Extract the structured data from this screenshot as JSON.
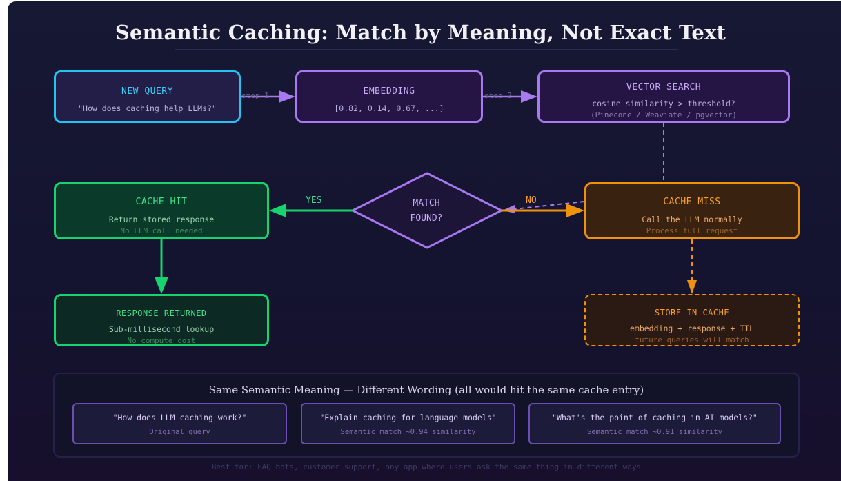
{
  "title": "Semantic Caching: Match by Meaning, Not Exact Text",
  "colors": {
    "background": "#151530",
    "query": "#22c3f0",
    "embedding": "#a879f0",
    "hit": "#16d36d",
    "miss": "#f0920b"
  },
  "nodes": {
    "new_query": {
      "heading": "NEW QUERY",
      "text": "\"How does caching help LLMs?\""
    },
    "embedding": {
      "heading": "EMBEDDING",
      "text": "[0.82, 0.14, 0.67, ...]"
    },
    "vector_search": {
      "heading": "VECTOR SEARCH",
      "text": "cosine similarity > threshold?",
      "subtext": "(Pinecone / Weaviate / pgvector)"
    },
    "decision": {
      "line1": "MATCH",
      "line2": "FOUND?"
    },
    "cache_hit": {
      "heading": "CACHE HIT",
      "text": "Return stored response",
      "subtext": "No LLM call needed"
    },
    "cache_miss": {
      "heading": "CACHE MISS",
      "text": "Call the LLM normally",
      "subtext": "Process full request"
    },
    "response_returned": {
      "heading": "RESPONSE RETURNED",
      "text": "Sub-millisecond lookup",
      "subtext": "No compute cost"
    },
    "store_in_cache": {
      "heading": "STORE IN CACHE",
      "text": "embedding + response + TTL",
      "subtext": "future queries will match"
    }
  },
  "edges": {
    "step1": "step 1",
    "step2": "step 2",
    "yes": "YES",
    "no": "NO"
  },
  "examples": {
    "title": "Same Semantic Meaning — Different Wording (all would hit the same cache entry)",
    "items": [
      {
        "query": "\"How does LLM caching work?\"",
        "meta": "Original query"
      },
      {
        "query": "\"Explain caching for language models\"",
        "meta": "Semantic match ~0.94 similarity"
      },
      {
        "query": "\"What's the point of caching in AI models?\"",
        "meta": "Semantic match ~0.91 similarity"
      }
    ]
  },
  "footer": "Best for: FAQ bots, customer support, any app where users ask the same thing in different ways"
}
